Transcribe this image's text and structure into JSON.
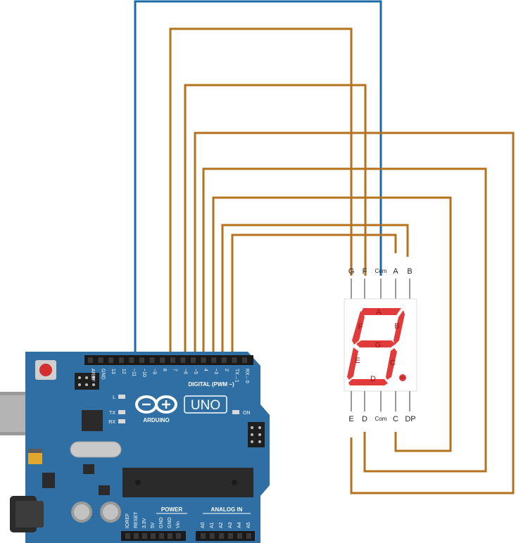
{
  "display": {
    "top_pins": [
      "G",
      "F",
      "Com",
      "A",
      "B"
    ],
    "bottom_pins": [
      "E",
      "D",
      "Com",
      "C",
      "DP"
    ],
    "segments": [
      "A",
      "B",
      "C",
      "D",
      "E",
      "F",
      "G"
    ],
    "dp_label": "DP"
  },
  "board": {
    "name": "UNO",
    "brand": "ARDUINO",
    "digital_header": [
      "AREF",
      "GND",
      "13",
      "12",
      "~11",
      "~10",
      "~9",
      "8",
      "7",
      "~6",
      "~5",
      "4",
      "~3",
      "2",
      "TX→1",
      "RX←0"
    ],
    "digital_label": "DIGITAL (PWM ~)",
    "power_pins": [
      "IOREF",
      "RESET",
      "3.3V",
      "5V",
      "GND",
      "GND",
      "Vin"
    ],
    "analog_pins": [
      "A0",
      "A1",
      "A2",
      "A3",
      "A4",
      "A5"
    ],
    "power_label": "POWER",
    "analog_label": "ANALOG IN",
    "led_labels": {
      "l": "L",
      "tx": "TX",
      "rx": "RX",
      "on": "ON"
    }
  },
  "colors": {
    "wire_signal": "#b5711b",
    "wire_common": "#1b6aa5",
    "board": "#2f6fa3",
    "segment_on": "#e23b3b"
  }
}
